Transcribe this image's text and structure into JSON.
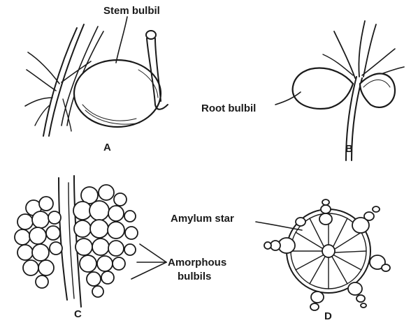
{
  "labels": {
    "stem_bulbil": "Stem bulbil",
    "root_bulbil": "Root bulbil",
    "amylum_star": "Amylum star",
    "amorphous_line1": "Amorphous",
    "amorphous_line2": "bulbils"
  },
  "panels": {
    "a": "A",
    "b": "B",
    "c": "C",
    "d": "D"
  }
}
